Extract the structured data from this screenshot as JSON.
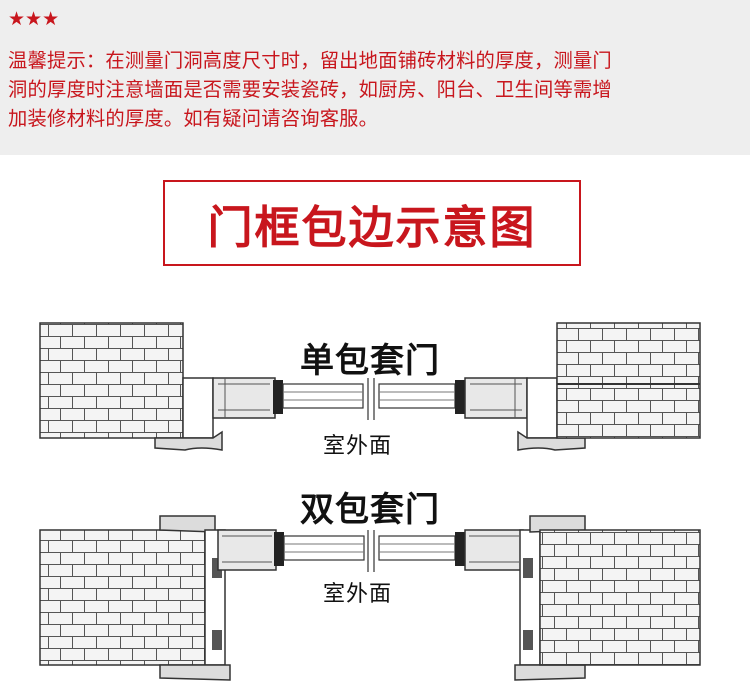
{
  "header": {
    "stars": "★★★",
    "notice_lines": [
      "温馨提示：在测量门洞高度尺寸时，留出地面铺砖材料的厚度，测量门",
      "洞的厚度时注意墙面是否需要安装瓷砖，如厨房、阳台、卫生间等需增",
      "加装修材料的厚度。如有疑问请咨询客服。"
    ]
  },
  "title": "门框包边示意图",
  "diagrams": {
    "single": {
      "label": "单包套门",
      "side_label": "室外面"
    },
    "double": {
      "label": "双包套门",
      "side_label": "室外面"
    }
  },
  "colors": {
    "accent": "#c8161d",
    "top_band": "#eeeeee",
    "line": "#333333"
  }
}
